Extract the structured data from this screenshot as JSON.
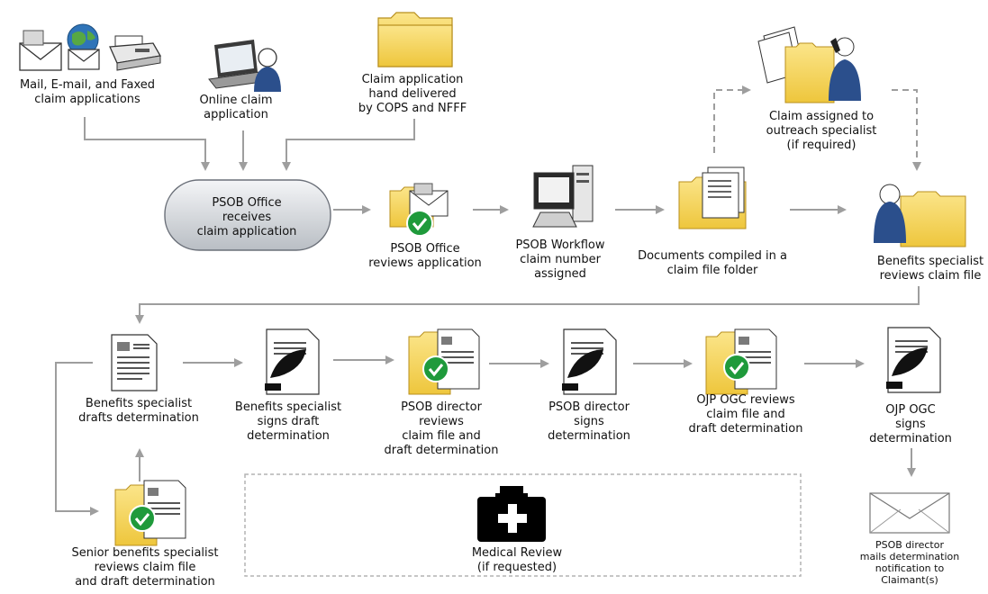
{
  "nodes": {
    "mail": {
      "label": [
        "Mail, E-mail, and Faxed",
        "claim applications"
      ],
      "icons": [
        "envelope-icon",
        "globe-icon",
        "fax-icon"
      ]
    },
    "online": {
      "label": [
        "Online claim",
        "application"
      ],
      "icons": [
        "laptop-icon",
        "person-icon"
      ]
    },
    "hand": {
      "label": [
        "Claim application",
        "hand delivered",
        "by COPS and NFFF"
      ],
      "icons": [
        "folder-icon"
      ]
    },
    "office": {
      "label": [
        "PSOB Office",
        "receives",
        "claim application"
      ]
    },
    "reviews": {
      "label": [
        "PSOB Office",
        "reviews application"
      ],
      "icons": [
        "folder-icon",
        "check-icon"
      ]
    },
    "workflow": {
      "label": [
        "PSOB Workflow",
        "claim number",
        "assigned"
      ],
      "icons": [
        "computer-icon"
      ]
    },
    "compiled": {
      "label": [
        "Documents compiled in a",
        "claim file folder"
      ],
      "icons": [
        "folder-icon",
        "document-icon"
      ]
    },
    "outreach": {
      "label": [
        "Claim assigned to",
        "outreach specialist",
        "(if required)"
      ],
      "icons": [
        "folder-icon",
        "phone-person-icon"
      ]
    },
    "benefits_review": {
      "label": [
        "Benefits specialist",
        "reviews claim file"
      ],
      "icons": [
        "person-icon",
        "folder-icon"
      ]
    },
    "drafts": {
      "label": [
        "Benefits specialist",
        "drafts determination"
      ],
      "icons": [
        "document-icon"
      ]
    },
    "signs_draft": {
      "label": [
        "Benefits specialist",
        "signs draft",
        "determination"
      ],
      "icons": [
        "signed-document-icon"
      ]
    },
    "director_reviews": {
      "label": [
        "PSOB director",
        "reviews",
        "claim file and",
        "draft determination"
      ],
      "icons": [
        "folder-icon",
        "check-icon"
      ]
    },
    "director_signs": {
      "label": [
        "PSOB director",
        "signs",
        "determination"
      ],
      "icons": [
        "signed-document-icon"
      ]
    },
    "ojp_reviews": {
      "label": [
        "OJP OGC reviews",
        "claim file and",
        "draft determination"
      ],
      "icons": [
        "folder-icon",
        "check-icon"
      ]
    },
    "ojp_signs": {
      "label": [
        "OJP OGC",
        "signs",
        "determination"
      ],
      "icons": [
        "signed-document-icon"
      ]
    },
    "mails": {
      "label": [
        "PSOB director",
        "mails determination",
        "notification to",
        "Claimant(s)"
      ],
      "icons": [
        "envelope-icon"
      ]
    },
    "senior": {
      "label": [
        "Senior benefits specialist",
        "reviews claim file",
        "and draft determination"
      ],
      "icons": [
        "folder-icon",
        "check-icon"
      ]
    },
    "medical": {
      "label": [
        "Medical Review",
        "(if requested)"
      ],
      "icons": [
        "medical-bag-icon"
      ]
    }
  },
  "colors": {
    "folder": "#f4d25c",
    "folder_dark": "#d9ad2a",
    "check": "#1f9a3b",
    "person": "#2b4f8c",
    "arrow": "#9e9e9e",
    "rounded_node": "#cfd4d9"
  }
}
